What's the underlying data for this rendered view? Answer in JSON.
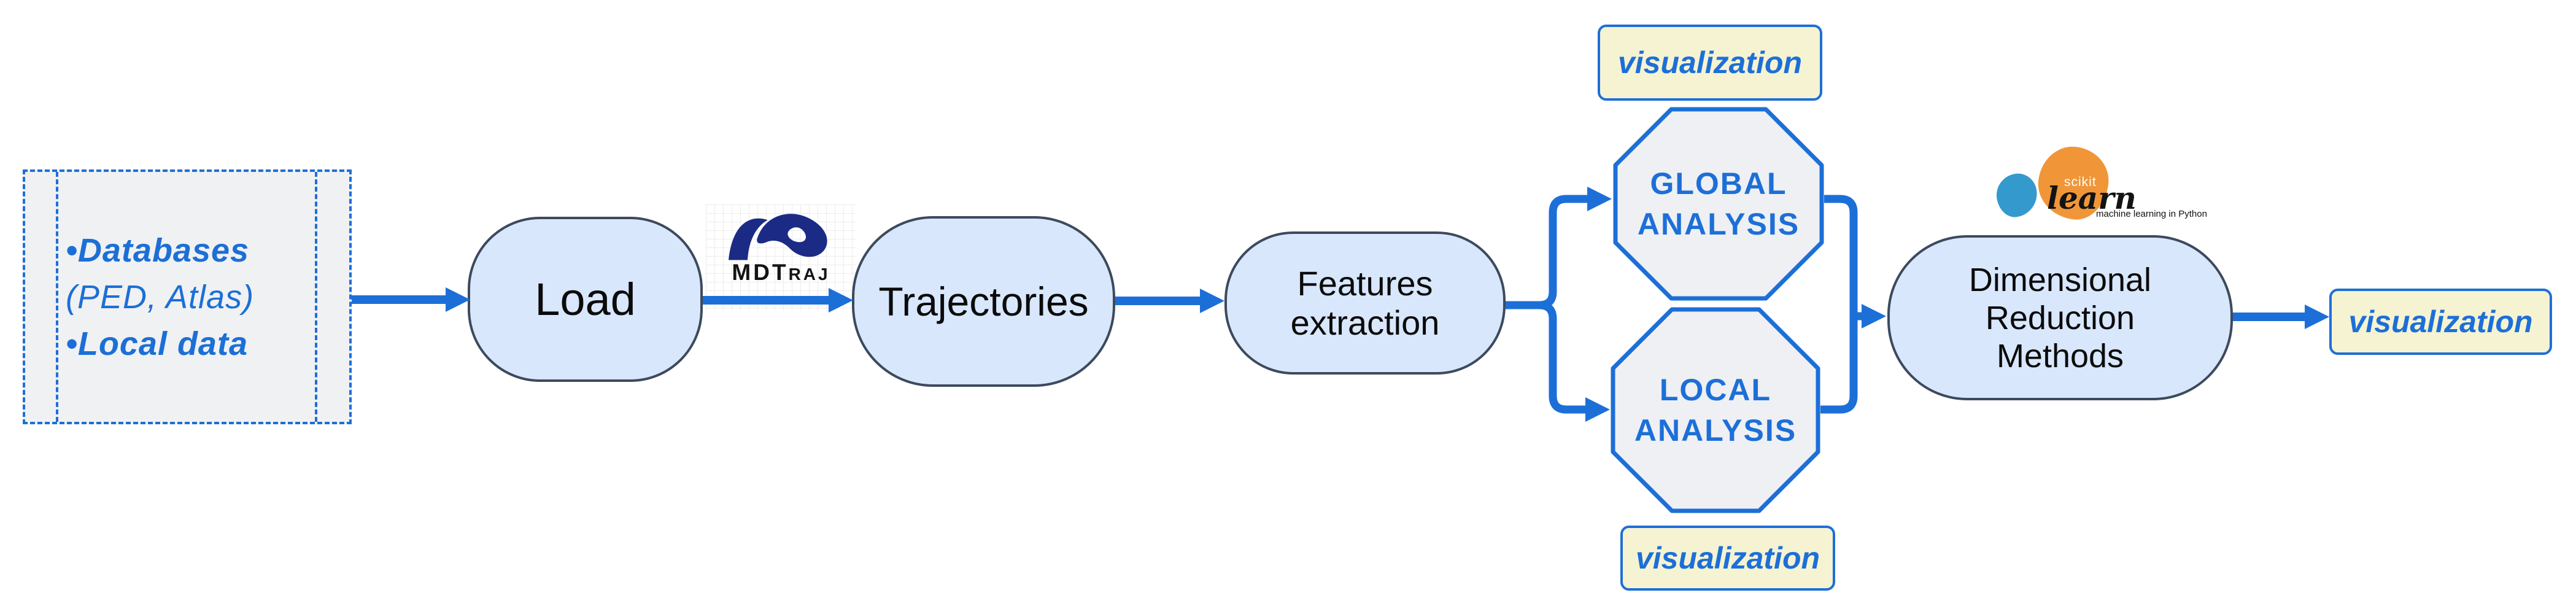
{
  "colors": {
    "accent_blue": "#1d6fd8",
    "node_fill": "#d8e7fb",
    "node_border": "#3d4a5d",
    "octagon_fill": "#eef0f3",
    "viz_fill": "#f5f3d2",
    "source_fill": "#f0f1f3",
    "mdtraj_navy": "#1b2a85",
    "sklearn_blue": "#3499cd",
    "sklearn_orange": "#f09639"
  },
  "source_box": {
    "lines": [
      "•Databases",
      "(PED, Atlas)",
      "•Local data"
    ]
  },
  "nodes": {
    "load": {
      "label": "Load"
    },
    "trajectories": {
      "label": "Trajectories"
    },
    "features": {
      "line1": "Features",
      "line2": "extraction"
    },
    "dimred": {
      "line1": "Dimensional",
      "line2": "Reduction",
      "line3": "Methods"
    }
  },
  "octagons": {
    "global": {
      "line1": "GLOBAL",
      "line2": "ANALYSIS"
    },
    "local": {
      "line1": "LOCAL",
      "line2": "ANALYSIS"
    }
  },
  "viz_labels": {
    "top": "visualization",
    "bottom": "visualization",
    "final": "visualization"
  },
  "logos": {
    "mdtraj": {
      "text_main": "MDT",
      "text_small": "RAJ"
    },
    "sklearn": {
      "scikit": "scikit",
      "learn": "learn",
      "tagline": "machine learning in Python"
    }
  }
}
